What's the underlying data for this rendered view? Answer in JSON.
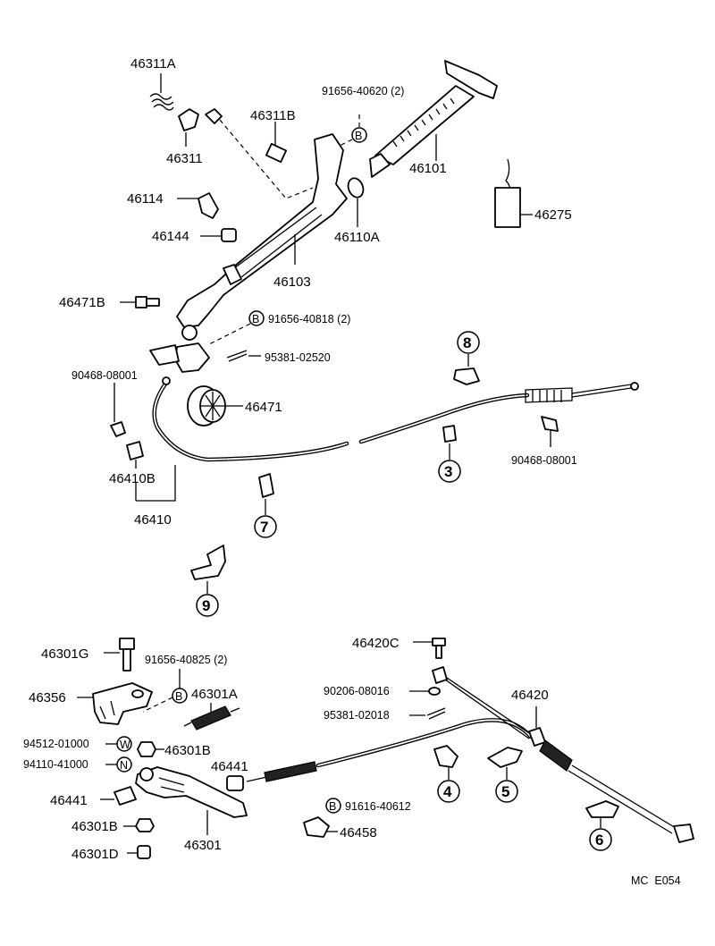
{
  "labels": {
    "p46311A": "46311A",
    "p46311": "46311",
    "p46311B": "46311B",
    "p91656_40620": "91656-40620 (2)",
    "p46101": "46101",
    "p46275": "46275",
    "p46114": "46114",
    "p46144": "46144",
    "p46110A": "46110A",
    "p46103": "46103",
    "p46471B": "46471B",
    "p91656_40818": "91656-40818 (2)",
    "p95381_02520": "95381-02520",
    "p90468_08001_left": "90468-08001",
    "p46471": "46471",
    "p46410B": "46410B",
    "p46410": "46410",
    "p90468_08001_right": "90468-08001",
    "p46301G": "46301G",
    "p91656_40825": "91656-40825 (2)",
    "p46356": "46356",
    "p46301A": "46301A",
    "p94512_01000": "94512-01000",
    "p46301B_top": "46301B",
    "p94110_41000": "94110-41000",
    "p46441_left": "46441",
    "p46441_mid": "46441",
    "p46301B_bottom": "46301B",
    "p46301": "46301",
    "p46301D": "46301D",
    "p46420C": "46420C",
    "p90206_08016": "90206-08016",
    "p95381_02018": "95381-02018",
    "p46420": "46420",
    "p91616_40612": "91616-40612",
    "p46458": "46458",
    "footer": "MC  E054"
  },
  "callouts": {
    "c3": "3",
    "c4": "4",
    "c5": "5",
    "c6": "6",
    "c7": "7",
    "c8": "8",
    "c9": "9"
  },
  "markers": {
    "B": "B",
    "W": "W",
    "N": "N"
  }
}
